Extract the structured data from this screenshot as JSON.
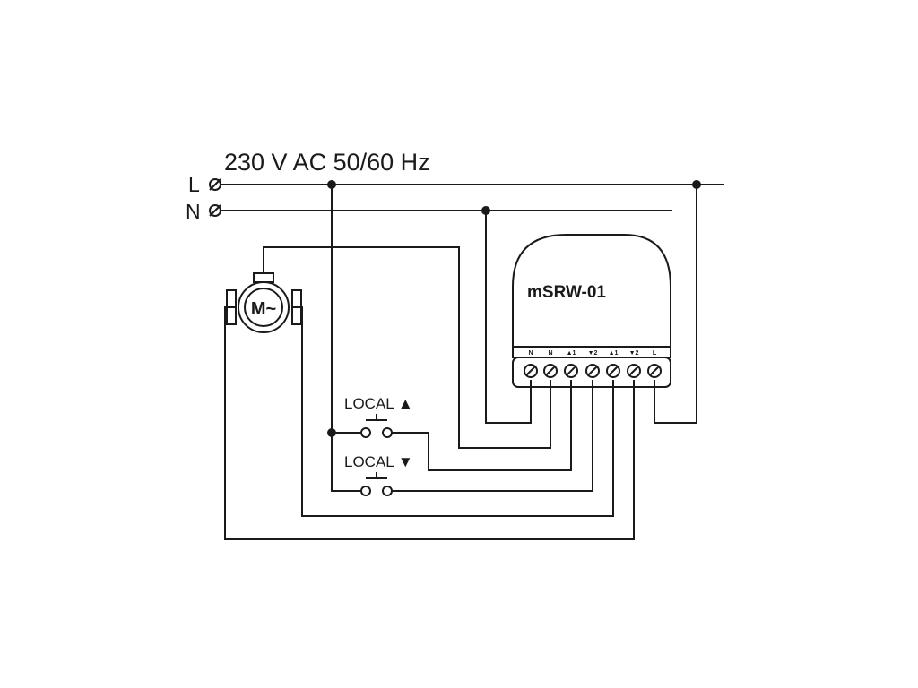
{
  "supply": {
    "label": "230 V AC 50/60 Hz",
    "line": "L",
    "neutral": "N"
  },
  "module": {
    "name": "mSRW-01",
    "terminals": [
      "N",
      "N",
      "▲1",
      "▼2",
      "▲1",
      "▼2",
      "L"
    ]
  },
  "switches": {
    "up": "LOCAL ▲",
    "down": "LOCAL ▼"
  },
  "motor": {
    "label": "M~"
  }
}
